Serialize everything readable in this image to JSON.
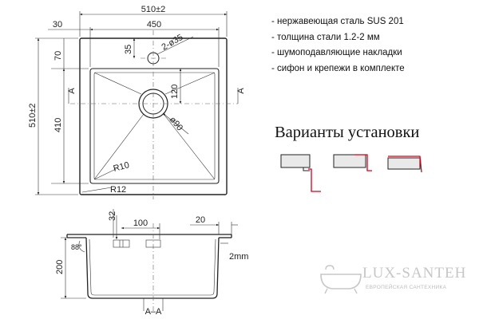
{
  "plan_dimensions": {
    "overall_width": "510±2",
    "bowl_width": "450",
    "left_offset": "30",
    "top_offset": "70",
    "overall_height": "510±2",
    "bowl_height": "410",
    "tap_hole_offset": "35",
    "tap_holes": "2-ø35",
    "drain_offset": "120",
    "drain_diameter": "ø90",
    "inner_radius": "R10",
    "outer_radius": "R12",
    "section_marker": "A"
  },
  "section_dimensions": {
    "rim_height": "32",
    "accessory_width": "100",
    "rim_flange": "20",
    "depth": "200",
    "wall_angle": "88°",
    "thickness": "2mm",
    "section_label": "A–A"
  },
  "specs": [
    "- нержавеющая сталь SUS 201",
    "- толщина стали 1.2-2 мм",
    "- шумоподавляющие накладки",
    "- сифон и крепежи в комплекте"
  ],
  "installation": {
    "title": "Варианты установки",
    "accent_color": "#d0021b"
  },
  "logo": {
    "name": "LUX-SANTEH",
    "tagline": "ЕВРОПЕЙСКАЯ САНТЕХНИКА",
    "icon": "bathtub-icon",
    "color": "#c7c7c7"
  }
}
